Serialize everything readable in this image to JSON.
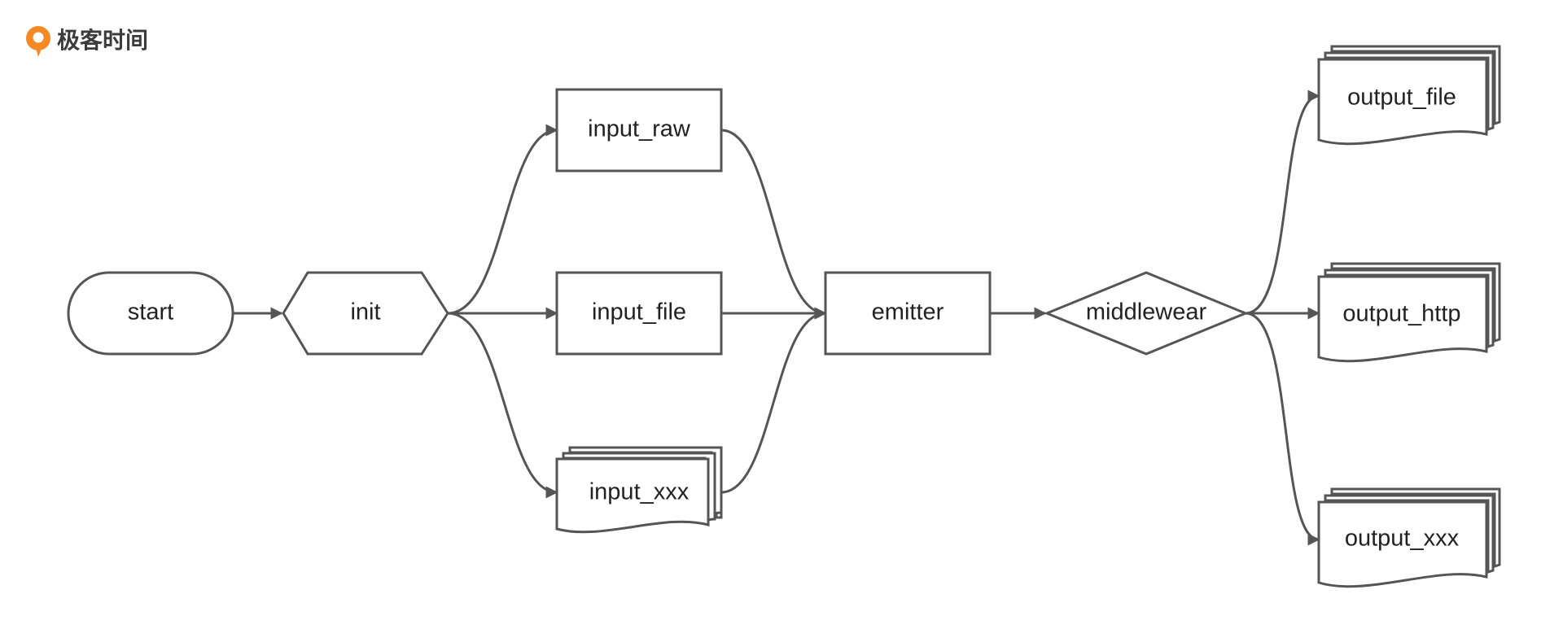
{
  "brand": {
    "text": "极客时间",
    "logo_icon": "geektime-logo-icon",
    "accent_color": "#F58A24"
  },
  "colors": {
    "stroke": "#555555",
    "text": "#222222",
    "background": "#FFFFFF"
  },
  "nodes": {
    "start": "start",
    "init": "init",
    "input_raw": "input_raw",
    "input_file": "input_file",
    "input_xxx": "input_xxx",
    "emitter": "emitter",
    "middlewear": "middlewear",
    "output_file": "output_file",
    "output_http": "output_http",
    "output_xxx": "output_xxx"
  },
  "edges": [
    [
      "start",
      "init"
    ],
    [
      "init",
      "input_raw"
    ],
    [
      "init",
      "input_file"
    ],
    [
      "init",
      "input_xxx"
    ],
    [
      "input_raw",
      "emitter"
    ],
    [
      "input_file",
      "emitter"
    ],
    [
      "input_xxx",
      "emitter"
    ],
    [
      "emitter",
      "middlewear"
    ],
    [
      "middlewear",
      "output_file"
    ],
    [
      "middlewear",
      "output_http"
    ],
    [
      "middlewear",
      "output_xxx"
    ]
  ]
}
